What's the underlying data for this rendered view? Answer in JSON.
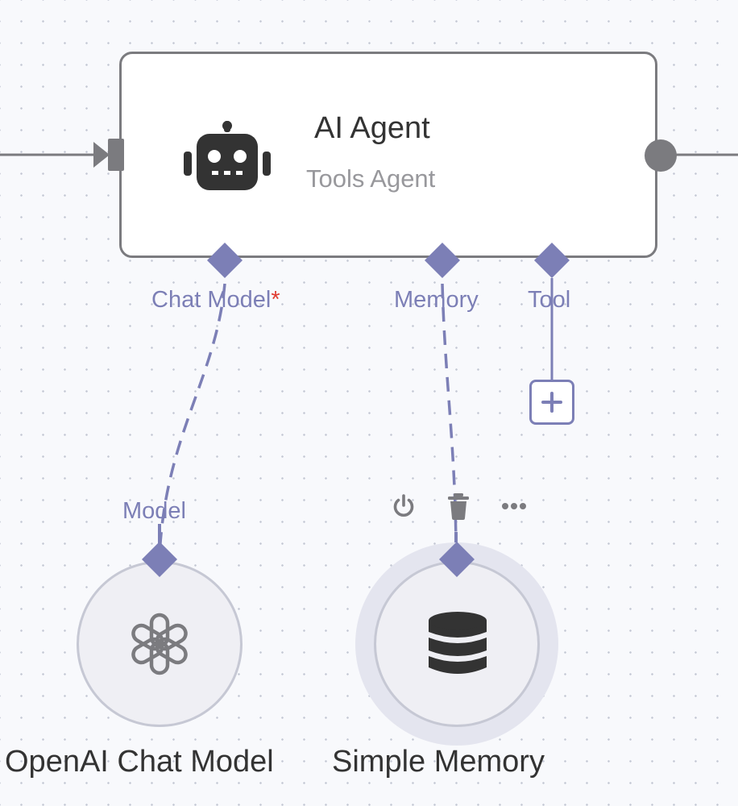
{
  "agent_node": {
    "title": "AI Agent",
    "subtitle": "Tools Agent",
    "icon": "robot-icon"
  },
  "ports": {
    "chat_model": {
      "label": "Chat Model",
      "required_marker": "*"
    },
    "memory": {
      "label": "Memory"
    },
    "tool": {
      "label": "Tool"
    }
  },
  "sub_nodes": {
    "openai": {
      "name": "OpenAI Chat Model",
      "port_label": "Model",
      "icon": "openai-logo-icon"
    },
    "memory": {
      "name": "Simple Memory",
      "icon": "database-icon"
    }
  },
  "node_toolbar": [
    "power-icon",
    "trash-icon",
    "more-icon"
  ],
  "add_tool_icon": "plus-icon",
  "colors": {
    "canvas": "#f8f9fc",
    "node_border": "#7b7b7f",
    "port": "#7c7fb6",
    "required": "#e03c31",
    "text": "#333333",
    "subtext": "#98989c"
  }
}
